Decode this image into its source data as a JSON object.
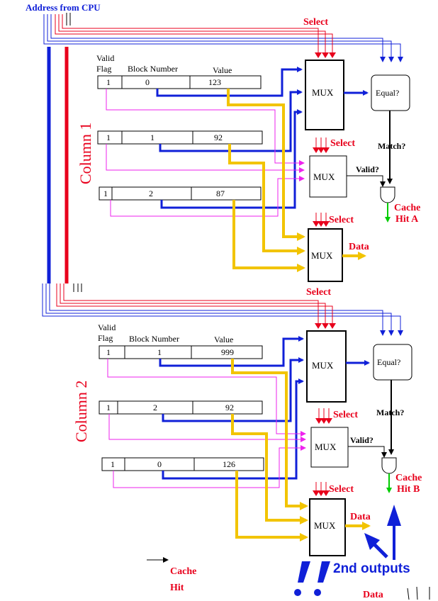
{
  "address_label": "Address from CPU",
  "headers": {
    "valid": "Valid",
    "flag": "Flag",
    "block": "Block Number",
    "value": "Value"
  },
  "mux_label": "MUX",
  "select_label": "Select",
  "equal_label": "Equal?",
  "match_label": "Match?",
  "valid_q_label": "Valid?",
  "data_label": "Data",
  "columns": [
    {
      "label": "Column 1",
      "rows": [
        {
          "valid": "1",
          "block": "0",
          "value": "123"
        },
        {
          "valid": "1",
          "block": "1",
          "value": "92"
        },
        {
          "valid": "1",
          "block": "2",
          "value": "87"
        }
      ],
      "hit_line1": "Cache",
      "hit_line2": "Hit A"
    },
    {
      "label": "Column 2",
      "rows": [
        {
          "valid": "1",
          "block": "1",
          "value": "999"
        },
        {
          "valid": "1",
          "block": "2",
          "value": "92"
        },
        {
          "valid": "1",
          "block": "0",
          "value": "126"
        }
      ],
      "hit_line1": "Cache",
      "hit_line2": "Hit B"
    }
  ],
  "legend": {
    "line1": "Cache",
    "line2": "Hit"
  },
  "annotations": {
    "second_outputs": "2nd outputs",
    "bottom_data": "Data"
  },
  "colors": {
    "address": "#1020d8",
    "select": "#e8001c",
    "valid": "#ee22ee",
    "data": "#f2c400",
    "hit": "#00cc00"
  }
}
